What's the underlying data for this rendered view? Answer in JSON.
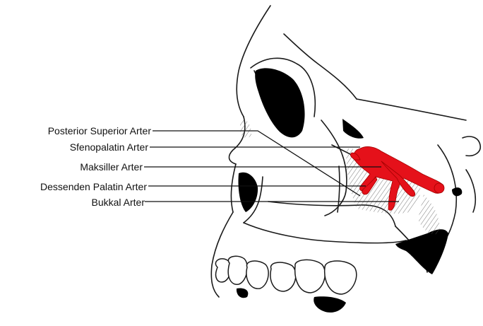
{
  "labels": [
    {
      "text": "Posterior Superior Arter"
    },
    {
      "text": "Sfenopalatin Arter"
    },
    {
      "text": "Maksiller Arter"
    },
    {
      "text": "Dessenden Palatin Arter"
    },
    {
      "text": "Bukkal Arter"
    }
  ],
  "colors": {
    "artery": "#e5111a",
    "bone_line": "#1a1a1a",
    "shadow": "#000000",
    "hatch": "#555555"
  }
}
